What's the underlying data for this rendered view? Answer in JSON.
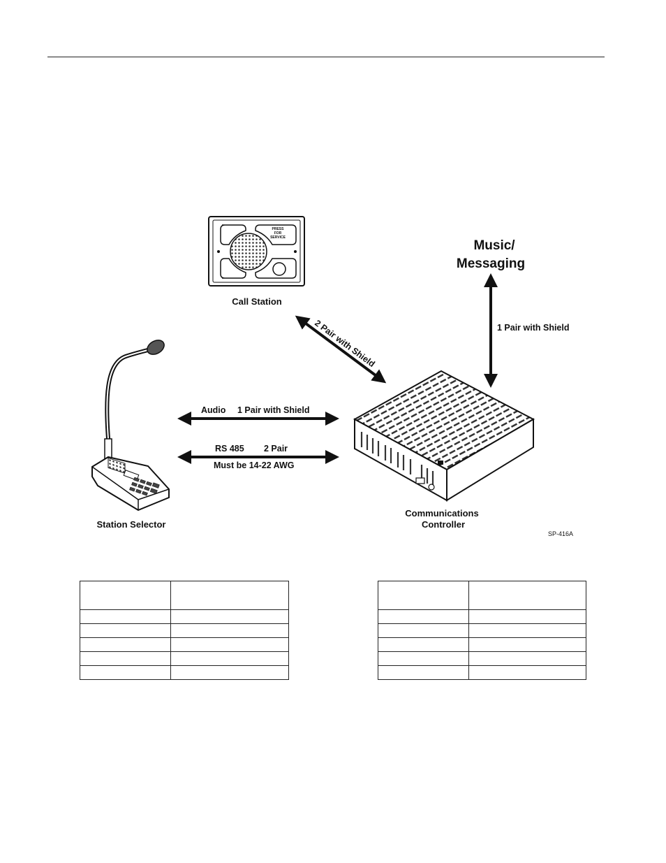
{
  "diagram": {
    "call_station_label": "Call Station",
    "call_station_button_text": [
      "PRESS",
      "FOR",
      "SERVICE"
    ],
    "music_label_line1": "Music/",
    "music_label_line2": "Messaging",
    "music_wire_label": "1 Pair with Shield",
    "call_station_wire_label": "2 Pair with Shield",
    "audio_label": "Audio",
    "audio_wire_label": "1 Pair with Shield",
    "rs485_label": "RS 485",
    "rs485_wire_label": "2 Pair",
    "rs485_note": "Must be 14-22 AWG",
    "station_selector_label": "Station Selector",
    "controller_label_line1": "Communications",
    "controller_label_line2": "Controller",
    "figure_id": "SP-416A"
  },
  "tables": {
    "left": {
      "rows": 6,
      "cols": 2
    },
    "right": {
      "rows": 6,
      "cols": 2
    }
  }
}
